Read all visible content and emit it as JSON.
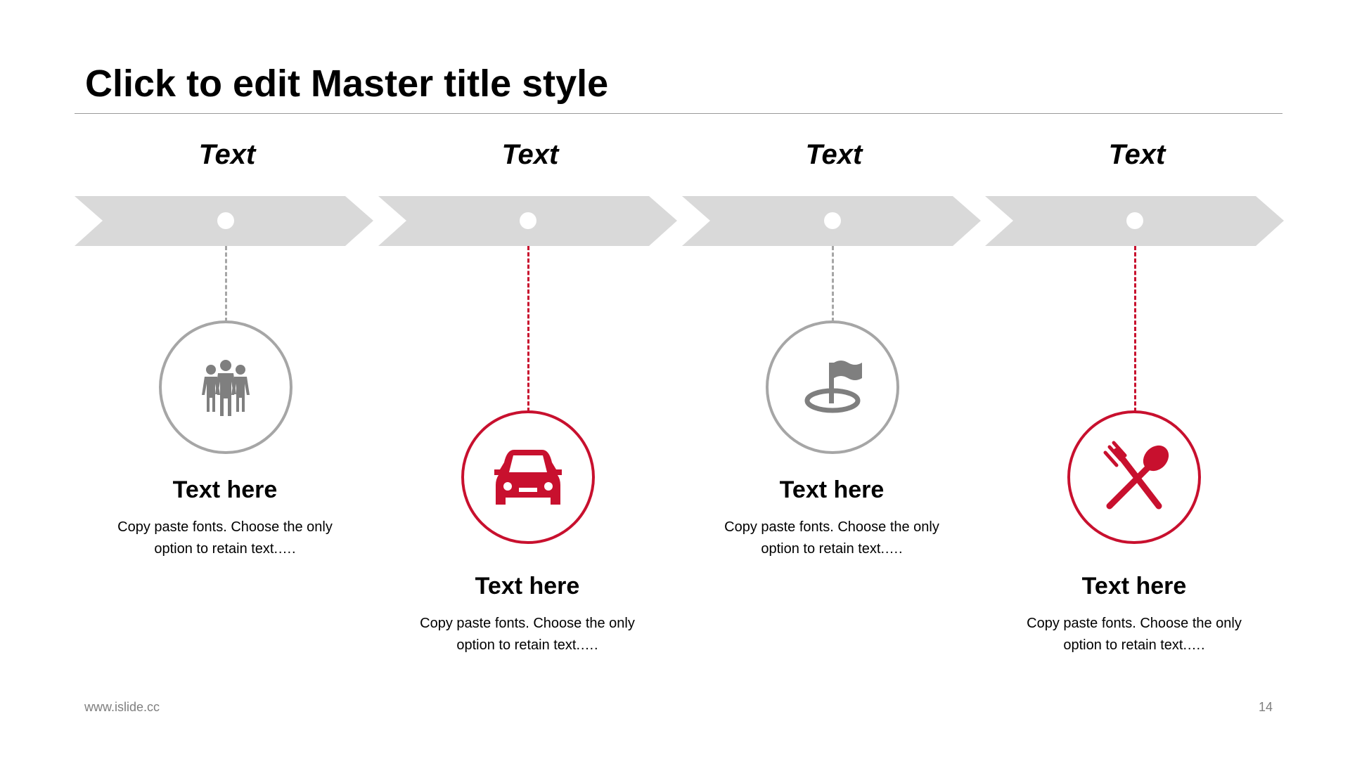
{
  "title": "Click to edit Master title style",
  "colors": {
    "accent": "#c8102e",
    "gray": "#a6a6a6",
    "icon_gray": "#7f7f7f",
    "arrow": "#d9d9d9"
  },
  "steps": [
    {
      "label": "Text",
      "heading": "Text here",
      "desc1": "Copy paste fonts. Choose the only",
      "desc2": "option to retain text.….",
      "icon": "people-group-icon",
      "style": "gray"
    },
    {
      "label": "Text",
      "heading": "Text here",
      "desc1": "Copy paste fonts. Choose the only",
      "desc2": "option to retain text.….",
      "icon": "car-icon",
      "style": "accent"
    },
    {
      "label": "Text",
      "heading": "Text here",
      "desc1": "Copy paste fonts. Choose the only",
      "desc2": "option to retain text.….",
      "icon": "flag-location-icon",
      "style": "gray"
    },
    {
      "label": "Text",
      "heading": "Text here",
      "desc1": "Copy paste fonts. Choose the only",
      "desc2": "option to retain text.….",
      "icon": "fork-spoon-icon",
      "style": "accent"
    }
  ],
  "footer": {
    "website": "www.islide.cc",
    "page_number": "14"
  }
}
